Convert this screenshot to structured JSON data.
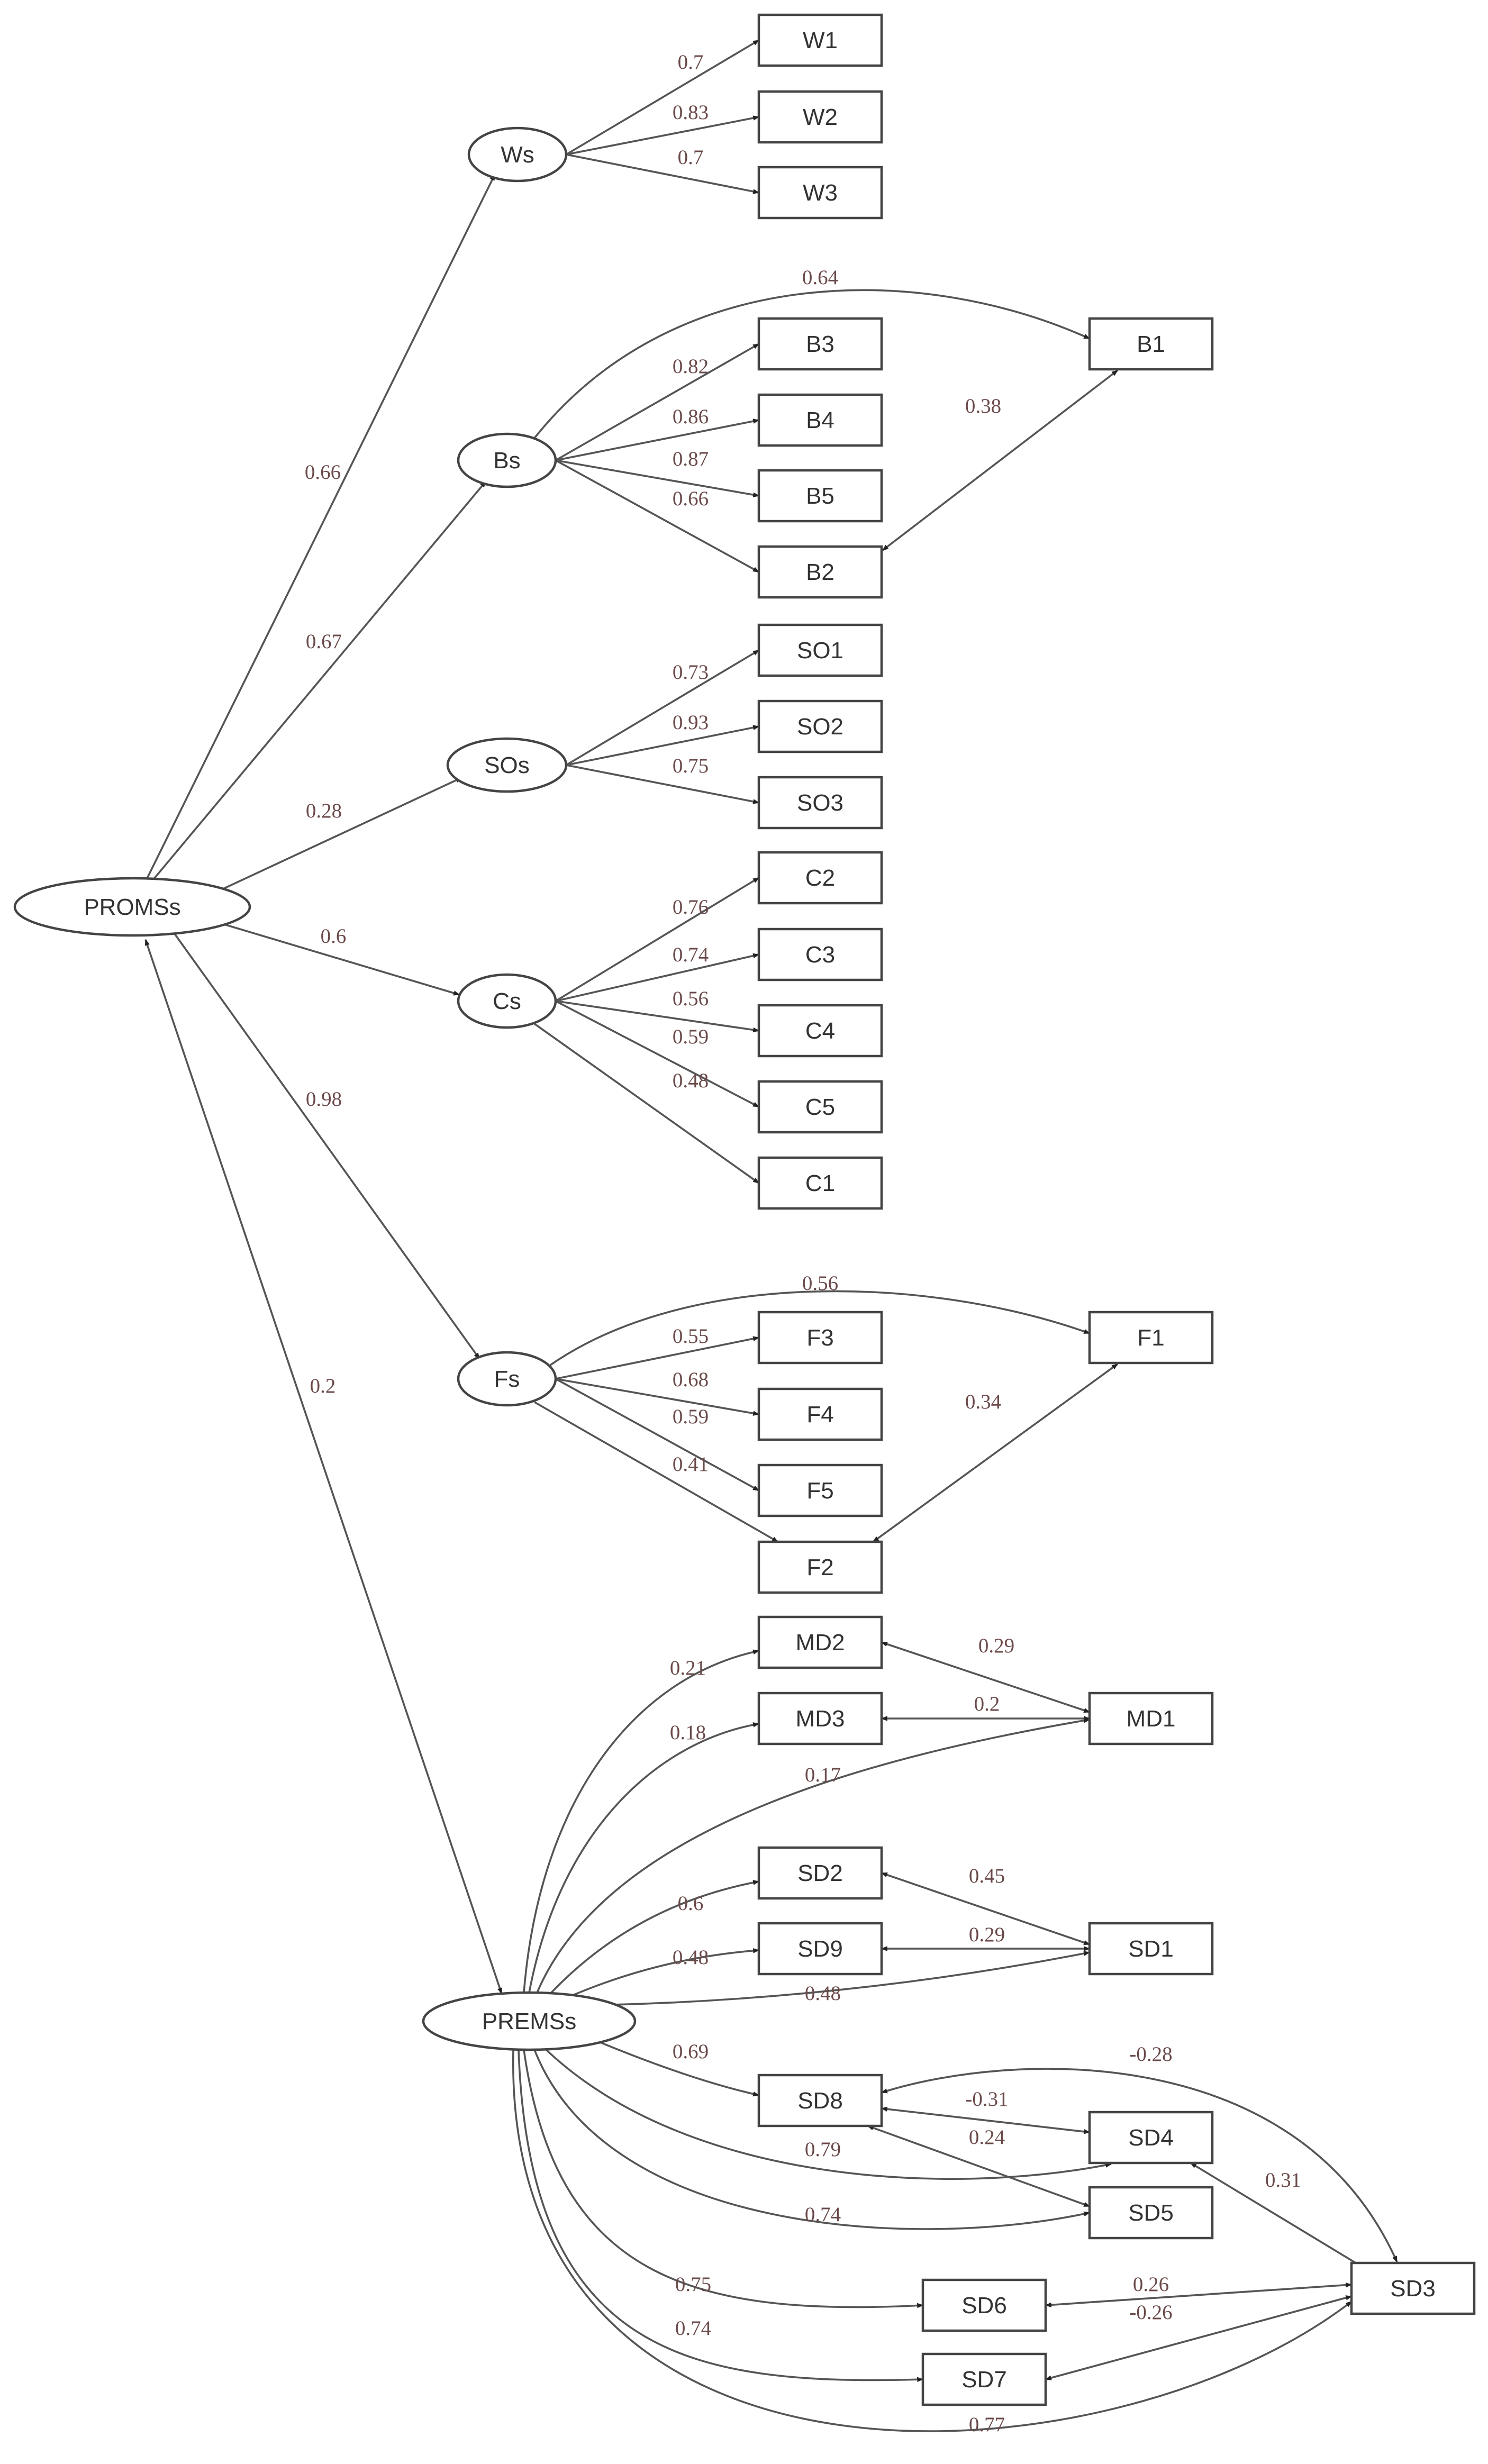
{
  "latent_nodes": [
    {
      "id": "Ws",
      "label": "Ws"
    },
    {
      "id": "Bs",
      "label": "Bs"
    },
    {
      "id": "SOs",
      "label": "SOs"
    },
    {
      "id": "PROMSs",
      "label": "PROMSs"
    },
    {
      "id": "Cs",
      "label": "Cs"
    },
    {
      "id": "Fs",
      "label": "Fs"
    },
    {
      "id": "PREMSs",
      "label": "PREMSs"
    }
  ],
  "observed_nodes": [
    {
      "id": "W1",
      "label": "W1"
    },
    {
      "id": "W2",
      "label": "W2"
    },
    {
      "id": "W3",
      "label": "W3"
    },
    {
      "id": "B3",
      "label": "B3"
    },
    {
      "id": "B4",
      "label": "B4"
    },
    {
      "id": "B5",
      "label": "B5"
    },
    {
      "id": "B2",
      "label": "B2"
    },
    {
      "id": "B1",
      "label": "B1"
    },
    {
      "id": "SO1",
      "label": "SO1"
    },
    {
      "id": "SO2",
      "label": "SO2"
    },
    {
      "id": "SO3",
      "label": "SO3"
    },
    {
      "id": "C2",
      "label": "C2"
    },
    {
      "id": "C3",
      "label": "C3"
    },
    {
      "id": "C4",
      "label": "C4"
    },
    {
      "id": "C5",
      "label": "C5"
    },
    {
      "id": "C1",
      "label": "C1"
    },
    {
      "id": "F3",
      "label": "F3"
    },
    {
      "id": "F4",
      "label": "F4"
    },
    {
      "id": "F5",
      "label": "F5"
    },
    {
      "id": "F2",
      "label": "F2"
    },
    {
      "id": "F1",
      "label": "F1"
    },
    {
      "id": "MD2",
      "label": "MD2"
    },
    {
      "id": "MD3",
      "label": "MD3"
    },
    {
      "id": "MD1",
      "label": "MD1"
    },
    {
      "id": "SD2",
      "label": "SD2"
    },
    {
      "id": "SD9",
      "label": "SD9"
    },
    {
      "id": "SD1",
      "label": "SD1"
    },
    {
      "id": "SD8",
      "label": "SD8"
    },
    {
      "id": "SD4",
      "label": "SD4"
    },
    {
      "id": "SD5",
      "label": "SD5"
    },
    {
      "id": "SD3",
      "label": "SD3"
    },
    {
      "id": "SD6",
      "label": "SD6"
    },
    {
      "id": "SD7",
      "label": "SD7"
    }
  ],
  "edges": [
    {
      "from": "PROMSs",
      "to": "Ws",
      "label": "0.66"
    },
    {
      "from": "PROMSs",
      "to": "Bs",
      "label": "0.67"
    },
    {
      "from": "PROMSs",
      "to": "SOs",
      "label": "0.28"
    },
    {
      "from": "PROMSs",
      "to": "Cs",
      "label": "0.6"
    },
    {
      "from": "PROMSs",
      "to": "Fs",
      "label": "0.98"
    },
    {
      "from": "PROMSs",
      "to": "PREMSs",
      "label": "0.2",
      "bidirectional": true
    },
    {
      "from": "Ws",
      "to": "W1",
      "label": "0.7"
    },
    {
      "from": "Ws",
      "to": "W2",
      "label": "0.83"
    },
    {
      "from": "Ws",
      "to": "W3",
      "label": "0.7"
    },
    {
      "from": "Bs",
      "to": "B1",
      "label": "0.64"
    },
    {
      "from": "Bs",
      "to": "B3",
      "label": "0.82"
    },
    {
      "from": "Bs",
      "to": "B4",
      "label": "0.86"
    },
    {
      "from": "Bs",
      "to": "B5",
      "label": "0.87"
    },
    {
      "from": "Bs",
      "to": "B2",
      "label": "0.66"
    },
    {
      "from": "B1",
      "to": "B2",
      "label": "0.38",
      "bidirectional": true
    },
    {
      "from": "SOs",
      "to": "SO1",
      "label": "0.73"
    },
    {
      "from": "SOs",
      "to": "SO2",
      "label": "0.93"
    },
    {
      "from": "SOs",
      "to": "SO3",
      "label": "0.75"
    },
    {
      "from": "Cs",
      "to": "C2",
      "label": "0.76"
    },
    {
      "from": "Cs",
      "to": "C3",
      "label": "0.74"
    },
    {
      "from": "Cs",
      "to": "C4",
      "label": "0.56"
    },
    {
      "from": "Cs",
      "to": "C5",
      "label": "0.59"
    },
    {
      "from": "Cs",
      "to": "C1",
      "label": "0.48"
    },
    {
      "from": "Fs",
      "to": "F1",
      "label": "0.56"
    },
    {
      "from": "Fs",
      "to": "F3",
      "label": "0.55"
    },
    {
      "from": "Fs",
      "to": "F4",
      "label": "0.68"
    },
    {
      "from": "Fs",
      "to": "F5",
      "label": "0.59"
    },
    {
      "from": "Fs",
      "to": "F2",
      "label": "0.41"
    },
    {
      "from": "F1",
      "to": "F2",
      "label": "0.34",
      "bidirectional": true
    },
    {
      "from": "PREMSs",
      "to": "MD2",
      "label": "0.21"
    },
    {
      "from": "PREMSs",
      "to": "MD3",
      "label": "0.18"
    },
    {
      "from": "PREMSs",
      "to": "MD1",
      "label": "0.17"
    },
    {
      "from": "MD2",
      "to": "MD1",
      "label": "0.29",
      "bidirectional": true
    },
    {
      "from": "MD3",
      "to": "MD1",
      "label": "0.2",
      "bidirectional": true
    },
    {
      "from": "PREMSs",
      "to": "SD2",
      "label": "0.6"
    },
    {
      "from": "PREMSs",
      "to": "SD9",
      "label": "0.48"
    },
    {
      "from": "PREMSs",
      "to": "SD1",
      "label": "0.48"
    },
    {
      "from": "SD2",
      "to": "SD1",
      "label": "0.45",
      "bidirectional": true
    },
    {
      "from": "SD9",
      "to": "SD1",
      "label": "0.29",
      "bidirectional": true
    },
    {
      "from": "PREMSs",
      "to": "SD8",
      "label": "0.69"
    },
    {
      "from": "PREMSs",
      "to": "SD4",
      "label": "0.79"
    },
    {
      "from": "PREMSs",
      "to": "SD5",
      "label": "0.74"
    },
    {
      "from": "SD8",
      "to": "SD3",
      "label": "-0.28",
      "bidirectional": true
    },
    {
      "from": "SD8",
      "to": "SD4",
      "label": "-0.31",
      "bidirectional": true
    },
    {
      "from": "SD8",
      "to": "SD5",
      "label": "0.24",
      "bidirectional": true
    },
    {
      "from": "SD4",
      "to": "SD3",
      "label": "0.31",
      "bidirectional": true
    },
    {
      "from": "PREMSs",
      "to": "SD6",
      "label": "0.75"
    },
    {
      "from": "PREMSs",
      "to": "SD7",
      "label": "0.74"
    },
    {
      "from": "PREMSs",
      "to": "SD3",
      "label": "0.77"
    },
    {
      "from": "SD6",
      "to": "SD3",
      "label": "0.26",
      "bidirectional": true
    },
    {
      "from": "SD7",
      "to": "SD3",
      "label": "-0.26",
      "bidirectional": true
    }
  ]
}
